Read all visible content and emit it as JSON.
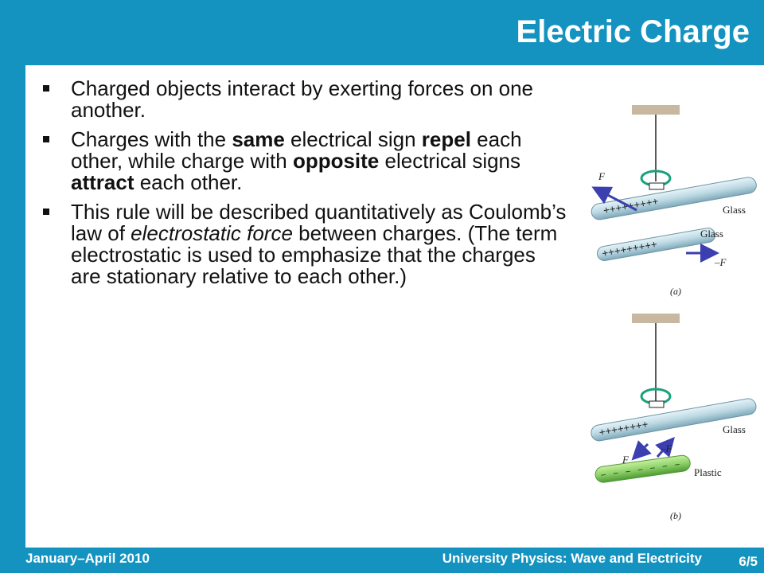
{
  "slide": {
    "title": "Electric Charge",
    "bullets": [
      {
        "segments": [
          {
            "text": "Charged objects interact by exerting forces on one another.",
            "style": "normal"
          }
        ]
      },
      {
        "segments": [
          {
            "text": "Charges with the ",
            "style": "normal"
          },
          {
            "text": "same",
            "style": "bold"
          },
          {
            "text": " electrical sign ",
            "style": "normal"
          },
          {
            "text": "repel",
            "style": "bold"
          },
          {
            "text": " each other, while charge with ",
            "style": "normal"
          },
          {
            "text": "opposite",
            "style": "bold"
          },
          {
            "text": " electrical signs ",
            "style": "normal"
          },
          {
            "text": "attract",
            "style": "bold"
          },
          {
            "text": " each other.",
            "style": "normal"
          }
        ]
      },
      {
        "segments": [
          {
            "text": "This rule will be described quantitatively as Coulomb’s law of ",
            "style": "normal"
          },
          {
            "text": "electrostatic force",
            "style": "italic"
          },
          {
            "text": " between charges. (The term electrostatic is used to emphasize that the charges are stationary relative to each other.)",
            "style": "normal"
          }
        ]
      }
    ]
  },
  "figure": {
    "panel_a": {
      "rod_top_label": "Glass",
      "rod_bottom_label": "Glass",
      "force_left": "F",
      "force_right": "–F",
      "caption": "(a)"
    },
    "panel_b": {
      "rod_top_label": "Glass",
      "rod_bottom_label": "Plastic",
      "force_left": "F",
      "force_right": "–F",
      "caption": "(b)"
    },
    "colors": {
      "glass": "#bcd9e4",
      "plastic": "#8fd16a",
      "force_arrow": "#3b3fb0",
      "rotation_arrow": "#1aa17a",
      "ceiling": "#c9b8a0"
    }
  },
  "footer": {
    "date": "January–April 2010",
    "course": "University Physics: Wave and Electricity",
    "page": "6/5"
  }
}
